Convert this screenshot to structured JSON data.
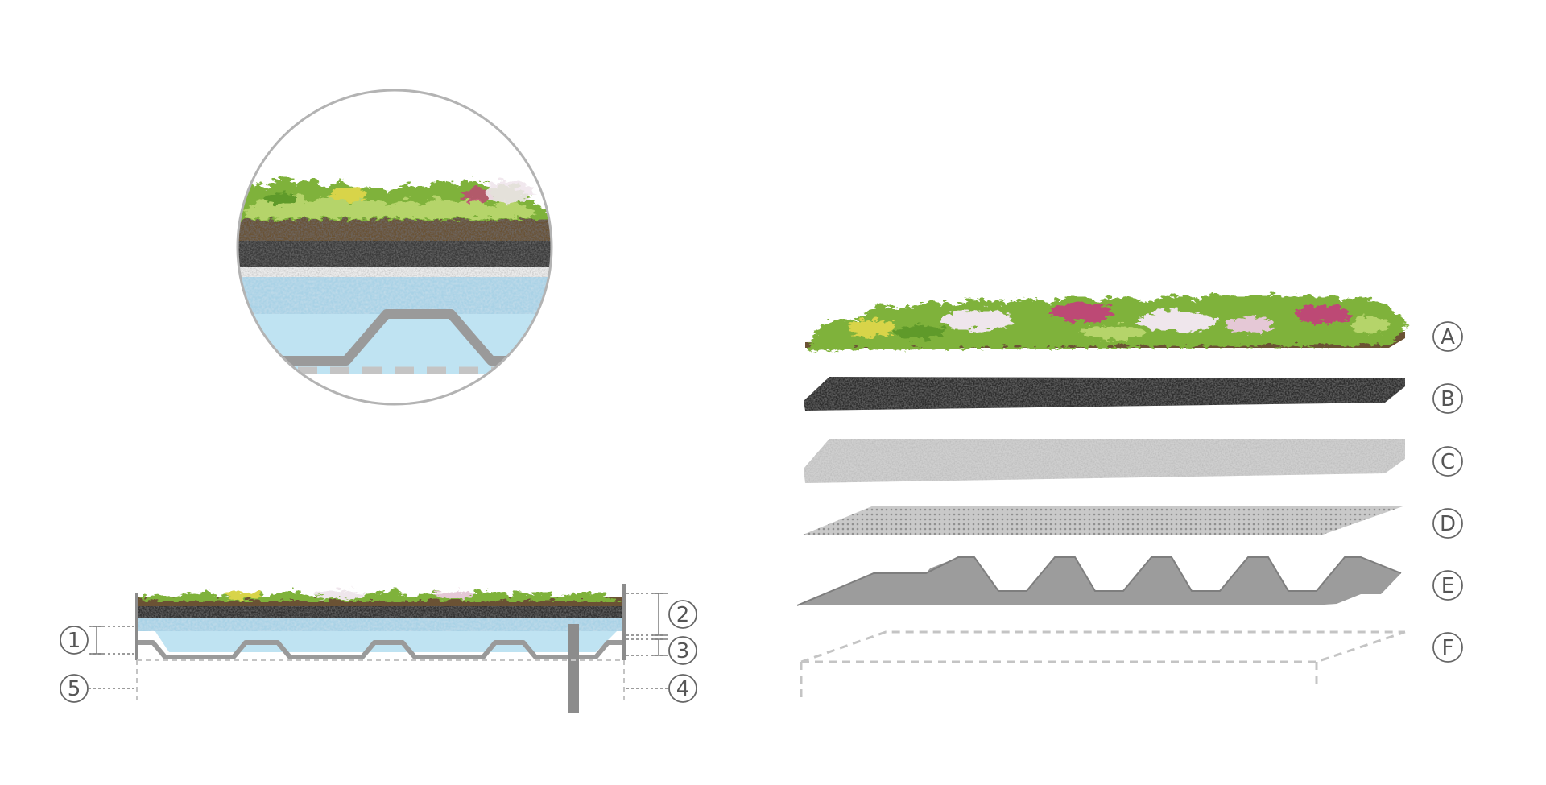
{
  "colors": {
    "plant_green": "#7fb23a",
    "plant_light": "#b5d46a",
    "plant_yellow": "#d8d44a",
    "flower_pink": "#c8357f",
    "flower_white": "#efe6ec",
    "soil": "#6b5234",
    "drainage_dark": "#2e2e2e",
    "filter_light": "#d9d9d9",
    "water_blue": "#bfe3f2",
    "gravel_blue": "#a9d2e6",
    "metal_grey": "#8c8c8c",
    "membrane_grey": "#b8b8b8",
    "line_grey": "#7a7a7a",
    "dashed_grey": "#c4c4c4"
  },
  "cross_section_markers": [
    "1",
    "2",
    "3",
    "4",
    "5"
  ],
  "layer_markers": [
    "A",
    "B",
    "C",
    "D",
    "E",
    "F"
  ]
}
